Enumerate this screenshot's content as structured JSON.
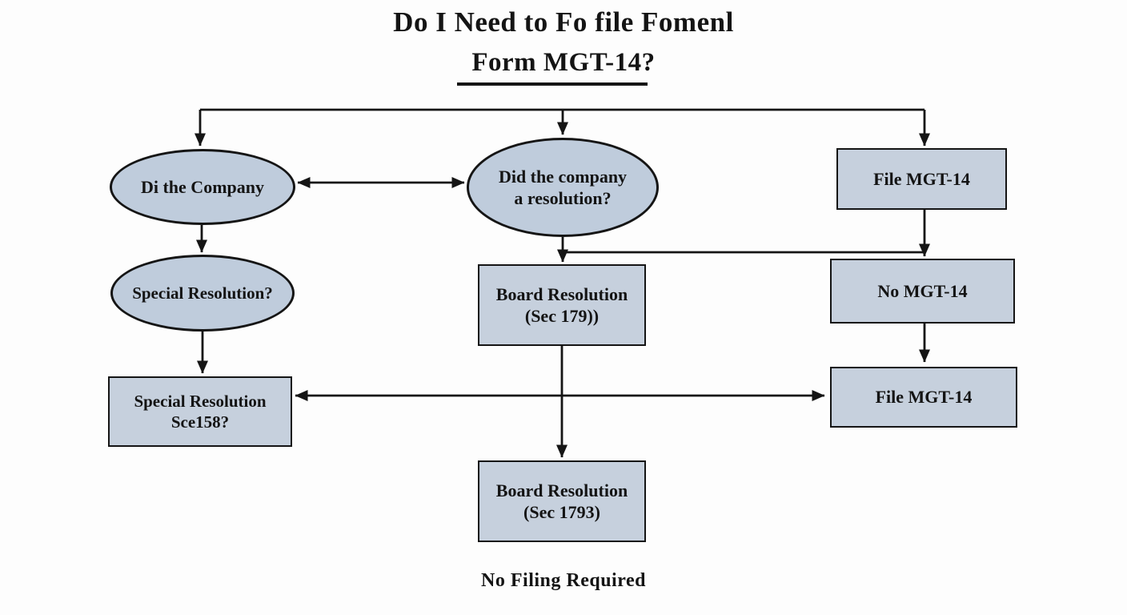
{
  "title": {
    "line1": "Do I Need to Fo file Fomenl",
    "line2": "Form MGT-14?"
  },
  "footer": {
    "note": "No Filing Required"
  },
  "colors": {
    "node_fill": "#c6d0dd",
    "ellipse_fill": "#bfccdc",
    "outline": "#151515",
    "text_color": "#141414",
    "background": "#fdfdfd"
  },
  "nodes": [
    {
      "id": "did-the-company",
      "shape": "ellipse",
      "lines": [
        "Di the Company"
      ]
    },
    {
      "id": "did-company-a-resolution",
      "shape": "ellipse",
      "lines": [
        "Did the company",
        "a resolution?"
      ]
    },
    {
      "id": "file-mgt14-top",
      "shape": "rect",
      "lines": [
        "File MGT-14"
      ]
    },
    {
      "id": "special-resolution-question",
      "shape": "ellipse",
      "lines": [
        "Special Resolution?"
      ]
    },
    {
      "id": "board-resolution-sec179",
      "shape": "rect",
      "lines": [
        "Board Resolution",
        "(Sec 179))"
      ]
    },
    {
      "id": "no-mgt14",
      "shape": "rect",
      "lines": [
        "No MGT-14"
      ]
    },
    {
      "id": "special-resolution-sec158",
      "shape": "rect",
      "lines": [
        "Special Resolution",
        "Sce158?"
      ]
    },
    {
      "id": "board-resolution-sec1793",
      "shape": "rect",
      "lines": [
        "Board Resolution",
        "(Sec 1793)"
      ]
    },
    {
      "id": "file-mgt14-right",
      "shape": "rect",
      "lines": [
        "File MGT-14"
      ]
    }
  ]
}
